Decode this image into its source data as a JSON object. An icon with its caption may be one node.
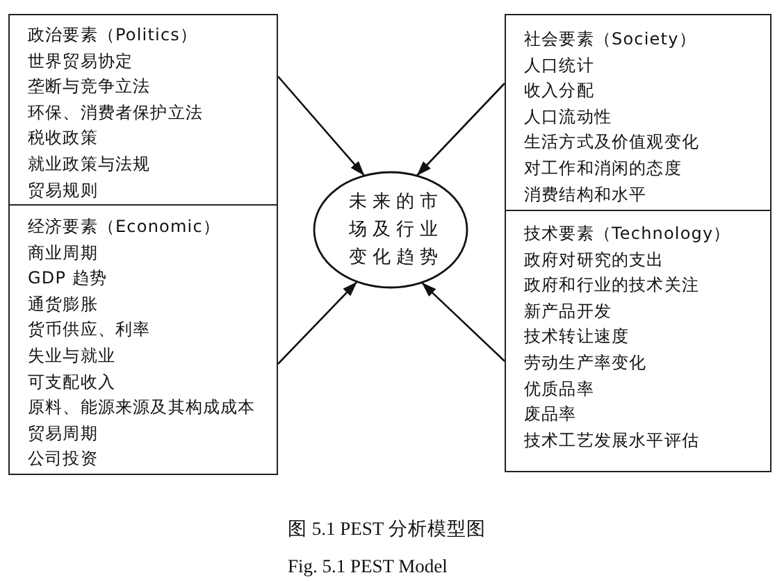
{
  "diagram": {
    "caption": "图 5.1 PEST 分析模型图",
    "nodes": [
      {
        "text": [
          "政治要素（Politics）",
          "世界贸易协定",
          "垄断与竞争立法",
          "环保、消费者保护立法",
          "税收政策",
          "就业政策与法规",
          "贸易规则"
        ]
      },
      {
        "text": [
          "社会要素（Society）",
          "人口统计",
          "收入分配",
          "人口流动性",
          "生活方式及价值观变化",
          "对工作和消闲的态度",
          "消费结构和水平"
        ]
      },
      {
        "text": [
          "未来的市场及行业变化趋势"
        ]
      },
      {
        "text": [
          "经济要素（Economic）",
          "商业周期",
          "GDP 趋势",
          "通货膨胀",
          "货币供应、利率",
          "失业与就业",
          "可支配收入",
          "原料、能源来源及其构成成本",
          "贸易周期",
          "公司投资"
        ]
      },
      {
        "text": [
          "技术要素（Technology）",
          "政府对研究的支出",
          "政府和行业的技术关注",
          "新产品开发",
          "技术转让速度",
          "劳动生产率变化",
          "优质品率",
          "废品率",
          "技术工艺发展水平评估"
        ]
      }
    ],
    "edges": [
      {
        "from": 0,
        "to": 2,
        "arrow": "to"
      },
      {
        "from": 1,
        "to": 2,
        "arrow": "to"
      },
      {
        "from": 3,
        "to": 2,
        "arrow": "to"
      },
      {
        "from": 4,
        "to": 2,
        "arrow": "to"
      }
    ],
    "labels": [
      "Fig. 5.1 PEST Model"
    ]
  }
}
